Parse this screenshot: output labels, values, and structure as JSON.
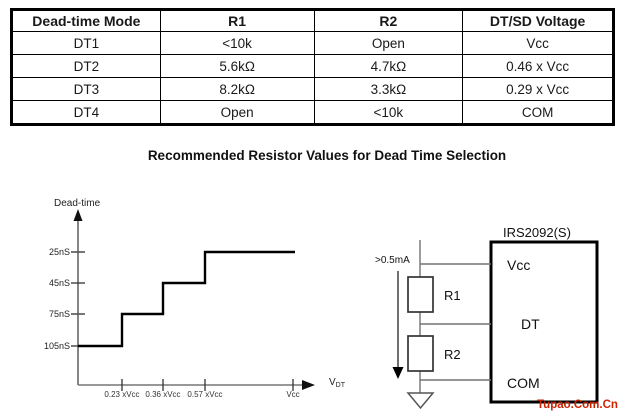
{
  "caption": "Recommended Resistor Values for Dead Time Selection",
  "table": {
    "headers": [
      "Dead-time Mode",
      "R1",
      "R2",
      "DT/SD Voltage"
    ],
    "rows": [
      [
        "DT1",
        "<10k",
        "Open",
        "Vcc"
      ],
      [
        "DT2",
        "5.6kΩ",
        "4.7kΩ",
        "0.46 x Vcc"
      ],
      [
        "DT3",
        "8.2kΩ",
        "3.3kΩ",
        "0.29 x Vcc"
      ],
      [
        "DT4",
        "Open",
        "<10k",
        "COM"
      ]
    ]
  },
  "chart_data": {
    "type": "line",
    "subtype": "step",
    "title": "",
    "ylabel": "Dead-time",
    "xlabel_v": "V",
    "xlabel_sub": "DT",
    "y_tick_labels": [
      "25nS",
      "45nS",
      "75nS",
      "105nS"
    ],
    "x_tick_labels": [
      "0.23 xVcc",
      "0.36 xVcc",
      "0.57 xVcc",
      "Vcc"
    ],
    "steps": [
      {
        "x_from": "0",
        "x_to": "0.23xVcc",
        "dead_time": "105nS"
      },
      {
        "x_from": "0.23xVcc",
        "x_to": "0.36xVcc",
        "dead_time": "75nS"
      },
      {
        "x_from": "0.36xVcc",
        "x_to": "0.57xVcc",
        "dead_time": "45nS"
      },
      {
        "x_from": "0.57xVcc",
        "x_to": "Vcc",
        "dead_time": "25nS"
      }
    ],
    "grid": false,
    "legend": false
  },
  "circuit": {
    "chip_label": "IRS2092(S)",
    "pin_vcc": "Vcc",
    "pin_dt": "DT",
    "pin_com": "COM",
    "resistor_1": "R1",
    "resistor_2": "R2",
    "current_label": ">0.5mA"
  },
  "watermark": {
    "text": "Tupao.Com.Cn",
    "color": "#cc2200"
  }
}
